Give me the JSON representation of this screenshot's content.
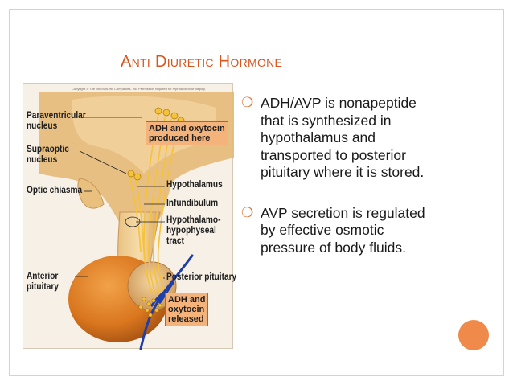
{
  "slide": {
    "title": "Anti Diuretic Hormone",
    "accent_color": "#d9531c",
    "bullet_color": "#e0773a",
    "frame_color": "#f3c9b6",
    "corner_dot_color": "#ef8a4a"
  },
  "figure": {
    "copyright": "Copyright © The McGraw-Hill Companies, Inc. Permission required for reproduction or display.",
    "labels": {
      "paraventricular": "Paraventricular\nnucleus",
      "supraoptic": "Supraoptic\nnucleus",
      "optic_chiasma": "Optic chiasma",
      "hypothalamus": "Hypothalamus",
      "infundibulum": "Infundibulum",
      "tract": "Hypothalamo-\nhypophyseal\ntract",
      "posterior_pituitary": "Posterior pituitary",
      "anterior_pituitary": "Anterior\npituitary"
    },
    "boxes": {
      "produced": "ADH and oxytocin\nproduced here",
      "released": "ADH and\noxytocin\nreleased"
    }
  },
  "bullets": [
    {
      "marker": "❍",
      "text": "ADH/AVP is nonapeptide that is synthesized in hypothalamus and transported to posterior pituitary where it is stored."
    },
    {
      "marker": "❍",
      "text": "AVP secretion is regulated by effective osmotic pressure of body fluids."
    }
  ]
}
